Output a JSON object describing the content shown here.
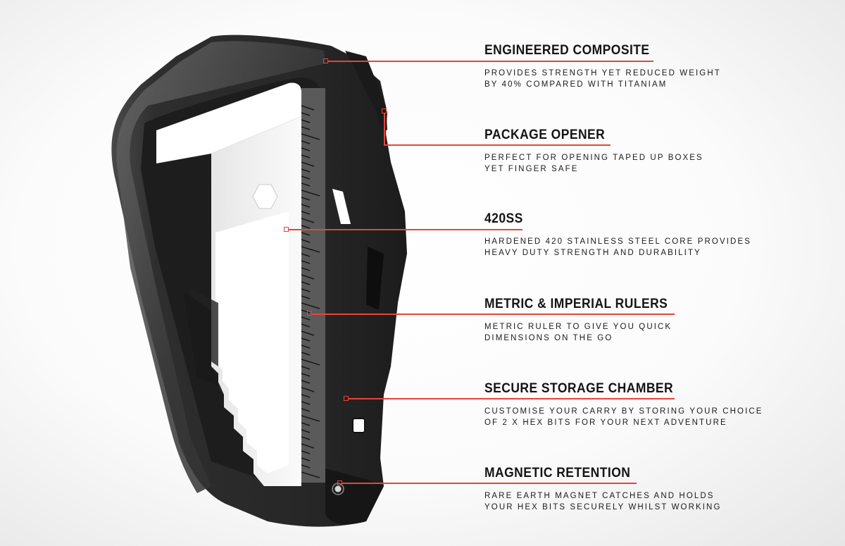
{
  "colors": {
    "accent": "#e8443a",
    "tool_body": "#2b2b2b",
    "tool_steel": "#f2f2f2",
    "text": "#141414"
  },
  "product_image": {
    "subject": "multi-tool-carabiner",
    "icon": "multi-tool-icon"
  },
  "features": [
    {
      "title": "ENGINEERED COMPOSITE",
      "description": "PROVIDES STRENGTH YET REDUCED WEIGHT\nBY 40% COMPARED WITH TITANIAM"
    },
    {
      "title": "PACKAGE OPENER",
      "description": "PERFECT FOR OPENING TAPED UP BOXES\nYET FINGER SAFE"
    },
    {
      "title": "420SS",
      "description": "HARDENED 420 STAINLESS STEEL CORE PROVIDES\nHEAVY DUTY STRENGTH AND DURABILITY"
    },
    {
      "title": "METRIC & IMPERIAL RULERS",
      "description": "METRIC RULER TO GIVE YOU QUICK\nDIMENSIONS ON THE GO"
    },
    {
      "title": "SECURE STORAGE CHAMBER",
      "description": "CUSTOMISE YOUR CARRY BY STORING YOUR CHOICE\nOF 2 X HEX BITS FOR YOUR NEXT ADVENTURE"
    },
    {
      "title": "MAGNETIC RETENTION",
      "description": "RARE EARTH MAGNET CATCHES AND HOLDS\nYOUR HEX BITS SECURELY WHILST WORKING"
    }
  ]
}
